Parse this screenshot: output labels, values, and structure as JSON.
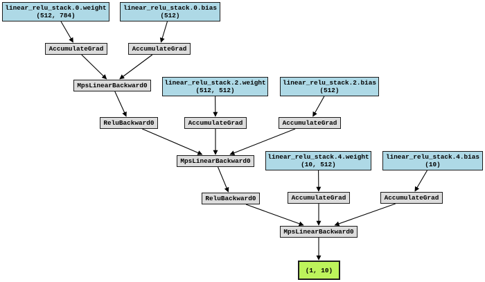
{
  "diagram": {
    "kind": "pytorch-autograd-graph",
    "colors": {
      "param_fill": "#aed9e6",
      "op_fill": "#dcdcdc",
      "output_fill": "#bdf35b",
      "border": "#1c1c1c",
      "edge": "#000000",
      "background": "#ffffff"
    },
    "nodes": [
      {
        "id": "param-0-weight",
        "type": "param",
        "label": "linear_relu_stack.0.weight",
        "shape": "(512, 784)"
      },
      {
        "id": "param-0-bias",
        "type": "param",
        "label": "linear_relu_stack.0.bias",
        "shape": "(512)"
      },
      {
        "id": "accumulate-grad-0-weight",
        "type": "op",
        "label": "AccumulateGrad"
      },
      {
        "id": "accumulate-grad-0-bias",
        "type": "op",
        "label": "AccumulateGrad"
      },
      {
        "id": "mps-linear-backward-1",
        "type": "op",
        "label": "MpsLinearBackward0"
      },
      {
        "id": "param-2-weight",
        "type": "param",
        "label": "linear_relu_stack.2.weight",
        "shape": "(512, 512)"
      },
      {
        "id": "param-2-bias",
        "type": "param",
        "label": "linear_relu_stack.2.bias",
        "shape": "(512)"
      },
      {
        "id": "relu-backward-1",
        "type": "op",
        "label": "ReluBackward0"
      },
      {
        "id": "accumulate-grad-2-weight",
        "type": "op",
        "label": "AccumulateGrad"
      },
      {
        "id": "accumulate-grad-2-bias",
        "type": "op",
        "label": "AccumulateGrad"
      },
      {
        "id": "mps-linear-backward-2",
        "type": "op",
        "label": "MpsLinearBackward0"
      },
      {
        "id": "param-4-weight",
        "type": "param",
        "label": "linear_relu_stack.4.weight",
        "shape": "(10, 512)"
      },
      {
        "id": "param-4-bias",
        "type": "param",
        "label": "linear_relu_stack.4.bias",
        "shape": "(10)"
      },
      {
        "id": "relu-backward-2",
        "type": "op",
        "label": "ReluBackward0"
      },
      {
        "id": "accumulate-grad-4-weight",
        "type": "op",
        "label": "AccumulateGrad"
      },
      {
        "id": "accumulate-grad-4-bias",
        "type": "op",
        "label": "AccumulateGrad"
      },
      {
        "id": "mps-linear-backward-3",
        "type": "op",
        "label": "MpsLinearBackward0"
      },
      {
        "id": "output-tensor",
        "type": "output",
        "label": "(1, 10)"
      }
    ],
    "edges": [
      [
        "param-0-weight",
        "accumulate-grad-0-weight"
      ],
      [
        "param-0-bias",
        "accumulate-grad-0-bias"
      ],
      [
        "accumulate-grad-0-weight",
        "mps-linear-backward-1"
      ],
      [
        "accumulate-grad-0-bias",
        "mps-linear-backward-1"
      ],
      [
        "mps-linear-backward-1",
        "relu-backward-1"
      ],
      [
        "param-2-weight",
        "accumulate-grad-2-weight"
      ],
      [
        "param-2-bias",
        "accumulate-grad-2-bias"
      ],
      [
        "relu-backward-1",
        "mps-linear-backward-2"
      ],
      [
        "accumulate-grad-2-weight",
        "mps-linear-backward-2"
      ],
      [
        "accumulate-grad-2-bias",
        "mps-linear-backward-2"
      ],
      [
        "mps-linear-backward-2",
        "relu-backward-2"
      ],
      [
        "param-4-weight",
        "accumulate-grad-4-weight"
      ],
      [
        "param-4-bias",
        "accumulate-grad-4-bias"
      ],
      [
        "relu-backward-2",
        "mps-linear-backward-3"
      ],
      [
        "accumulate-grad-4-weight",
        "mps-linear-backward-3"
      ],
      [
        "accumulate-grad-4-bias",
        "mps-linear-backward-3"
      ],
      [
        "mps-linear-backward-3",
        "output-tensor"
      ]
    ]
  }
}
